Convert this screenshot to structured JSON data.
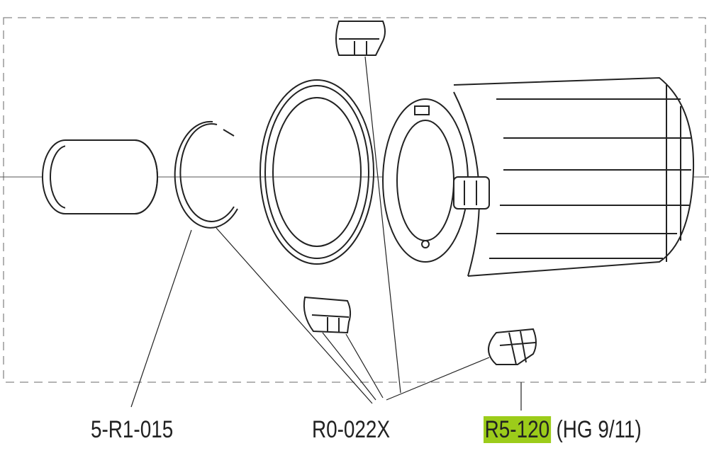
{
  "labels": {
    "part_1": "5-R1-015",
    "part_2": "R0-022X",
    "part_3_code": "R5-120",
    "part_3_note": "(HG 9/11)"
  },
  "colors": {
    "highlight": "#9ccc1a",
    "line": "#222222",
    "dash": "#888888"
  }
}
